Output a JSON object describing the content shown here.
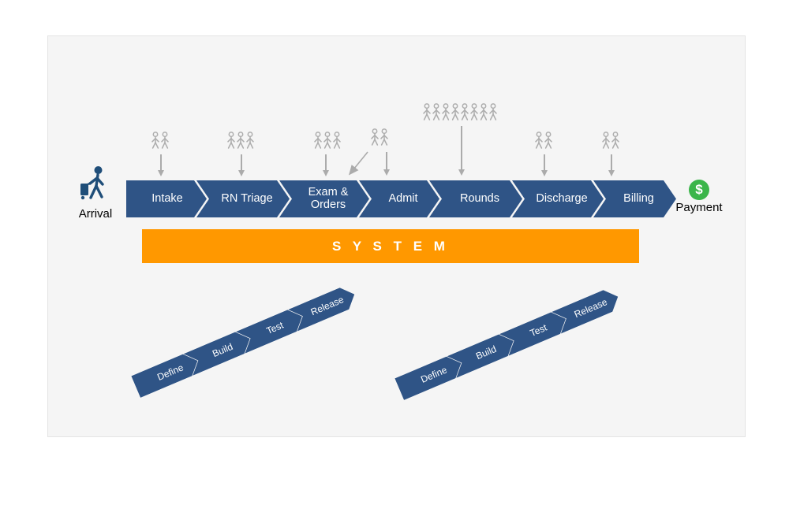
{
  "main_flow": {
    "start": {
      "label": "Arrival",
      "icon": "traveler-with-luggage-icon"
    },
    "end": {
      "label": "Payment",
      "icon": "dollar-coin-icon",
      "coin_text": "$"
    },
    "stages": [
      {
        "label": "Intake"
      },
      {
        "label": "RN Triage"
      },
      {
        "label": "Exam & Orders"
      },
      {
        "label": "Admit"
      },
      {
        "label": "Rounds"
      },
      {
        "label": "Discharge"
      },
      {
        "label": "Billing"
      }
    ]
  },
  "system_bar": {
    "label": "S Y S T E M"
  },
  "dev_cycles": [
    {
      "steps": [
        {
          "label": "Define"
        },
        {
          "label": "Build"
        },
        {
          "label": "Test"
        },
        {
          "label": "Release"
        }
      ]
    },
    {
      "steps": [
        {
          "label": "Define"
        },
        {
          "label": "Build"
        },
        {
          "label": "Test"
        },
        {
          "label": "Release"
        }
      ]
    }
  ],
  "people_groups": [
    {
      "name": "intake-staff",
      "count": 2
    },
    {
      "name": "triage-staff",
      "count": 3
    },
    {
      "name": "exam-staff",
      "count": 3
    },
    {
      "name": "admit-staff",
      "count": 2
    },
    {
      "name": "rounds-team",
      "count": 8
    },
    {
      "name": "discharge-staff",
      "count": 2
    },
    {
      "name": "billing-staff",
      "count": 2
    }
  ],
  "colors": {
    "chevron_navy": "#2F5486",
    "system_orange": "#FF9800",
    "payment_green": "#3BB54A",
    "people_gray": "#ADADAD",
    "panel_gray": "#F5F5F5"
  }
}
